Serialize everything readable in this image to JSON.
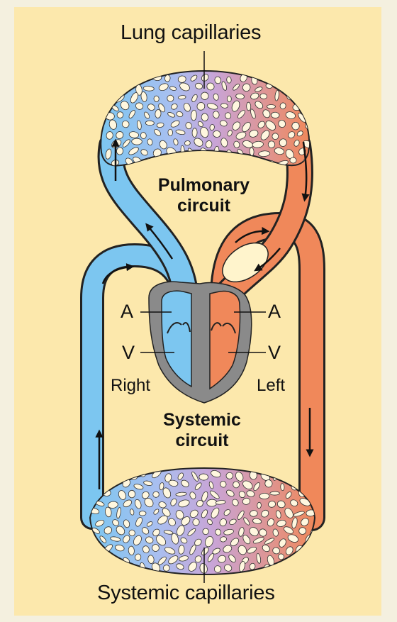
{
  "labels": {
    "lung_capillaries": "Lung capillaries",
    "pulmonary_circuit_line1": "Pulmonary",
    "pulmonary_circuit_line2": "circuit",
    "systemic_circuit_line1": "Systemic",
    "systemic_circuit_line2": "circuit",
    "systemic_capillaries": "Systemic capillaries",
    "right_atrium": "A",
    "left_atrium": "A",
    "right_ventricle": "V",
    "left_ventricle": "V",
    "right_side": "Right",
    "left_side": "Left"
  },
  "colors": {
    "panel_background": "#fce8ac",
    "page_background": "#f4f0df",
    "deoxygenated_blood": "#7cc6f0",
    "oxygenated_blood": "#f0885a",
    "capillary_blend": "#c4a0d8",
    "heart_tissue": "#888888",
    "outline": "#222222",
    "capillary_cells": "#fff7df"
  }
}
